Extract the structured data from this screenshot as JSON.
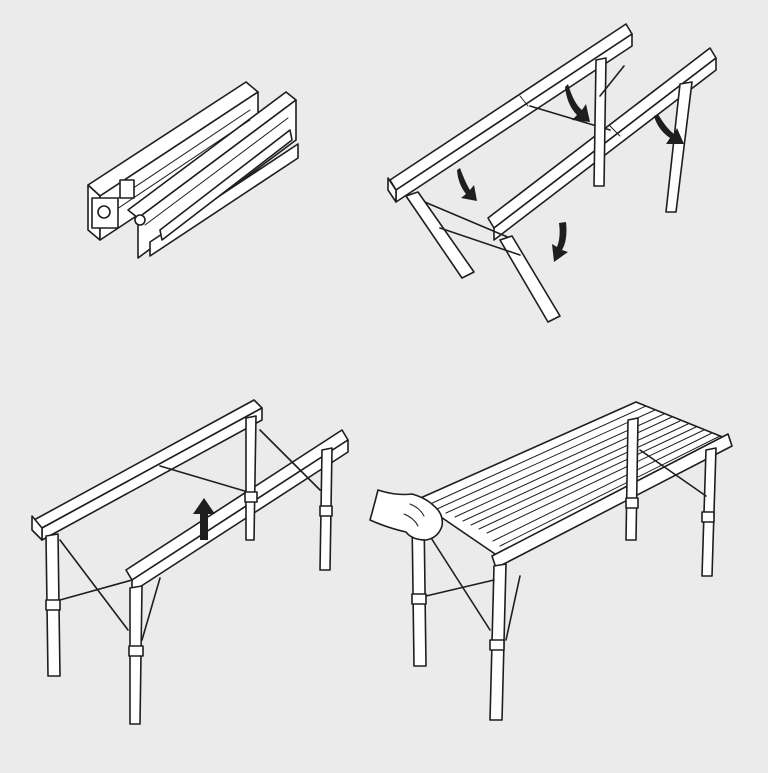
{
  "diagram": {
    "steps": [
      {
        "id": "step-1",
        "state": "folded"
      },
      {
        "id": "step-2",
        "state": "unfolding-legs",
        "arrow_count": 4
      },
      {
        "id": "step-3",
        "state": "frame-open-lock-brace",
        "arrow_count": 1
      },
      {
        "id": "step-4",
        "state": "slat-top-rolled-out"
      }
    ],
    "colors": {
      "background": "#ebebeb",
      "stroke": "#1e1e1e",
      "fill": "#ffffff",
      "arrow": "#1e1e1e"
    }
  }
}
